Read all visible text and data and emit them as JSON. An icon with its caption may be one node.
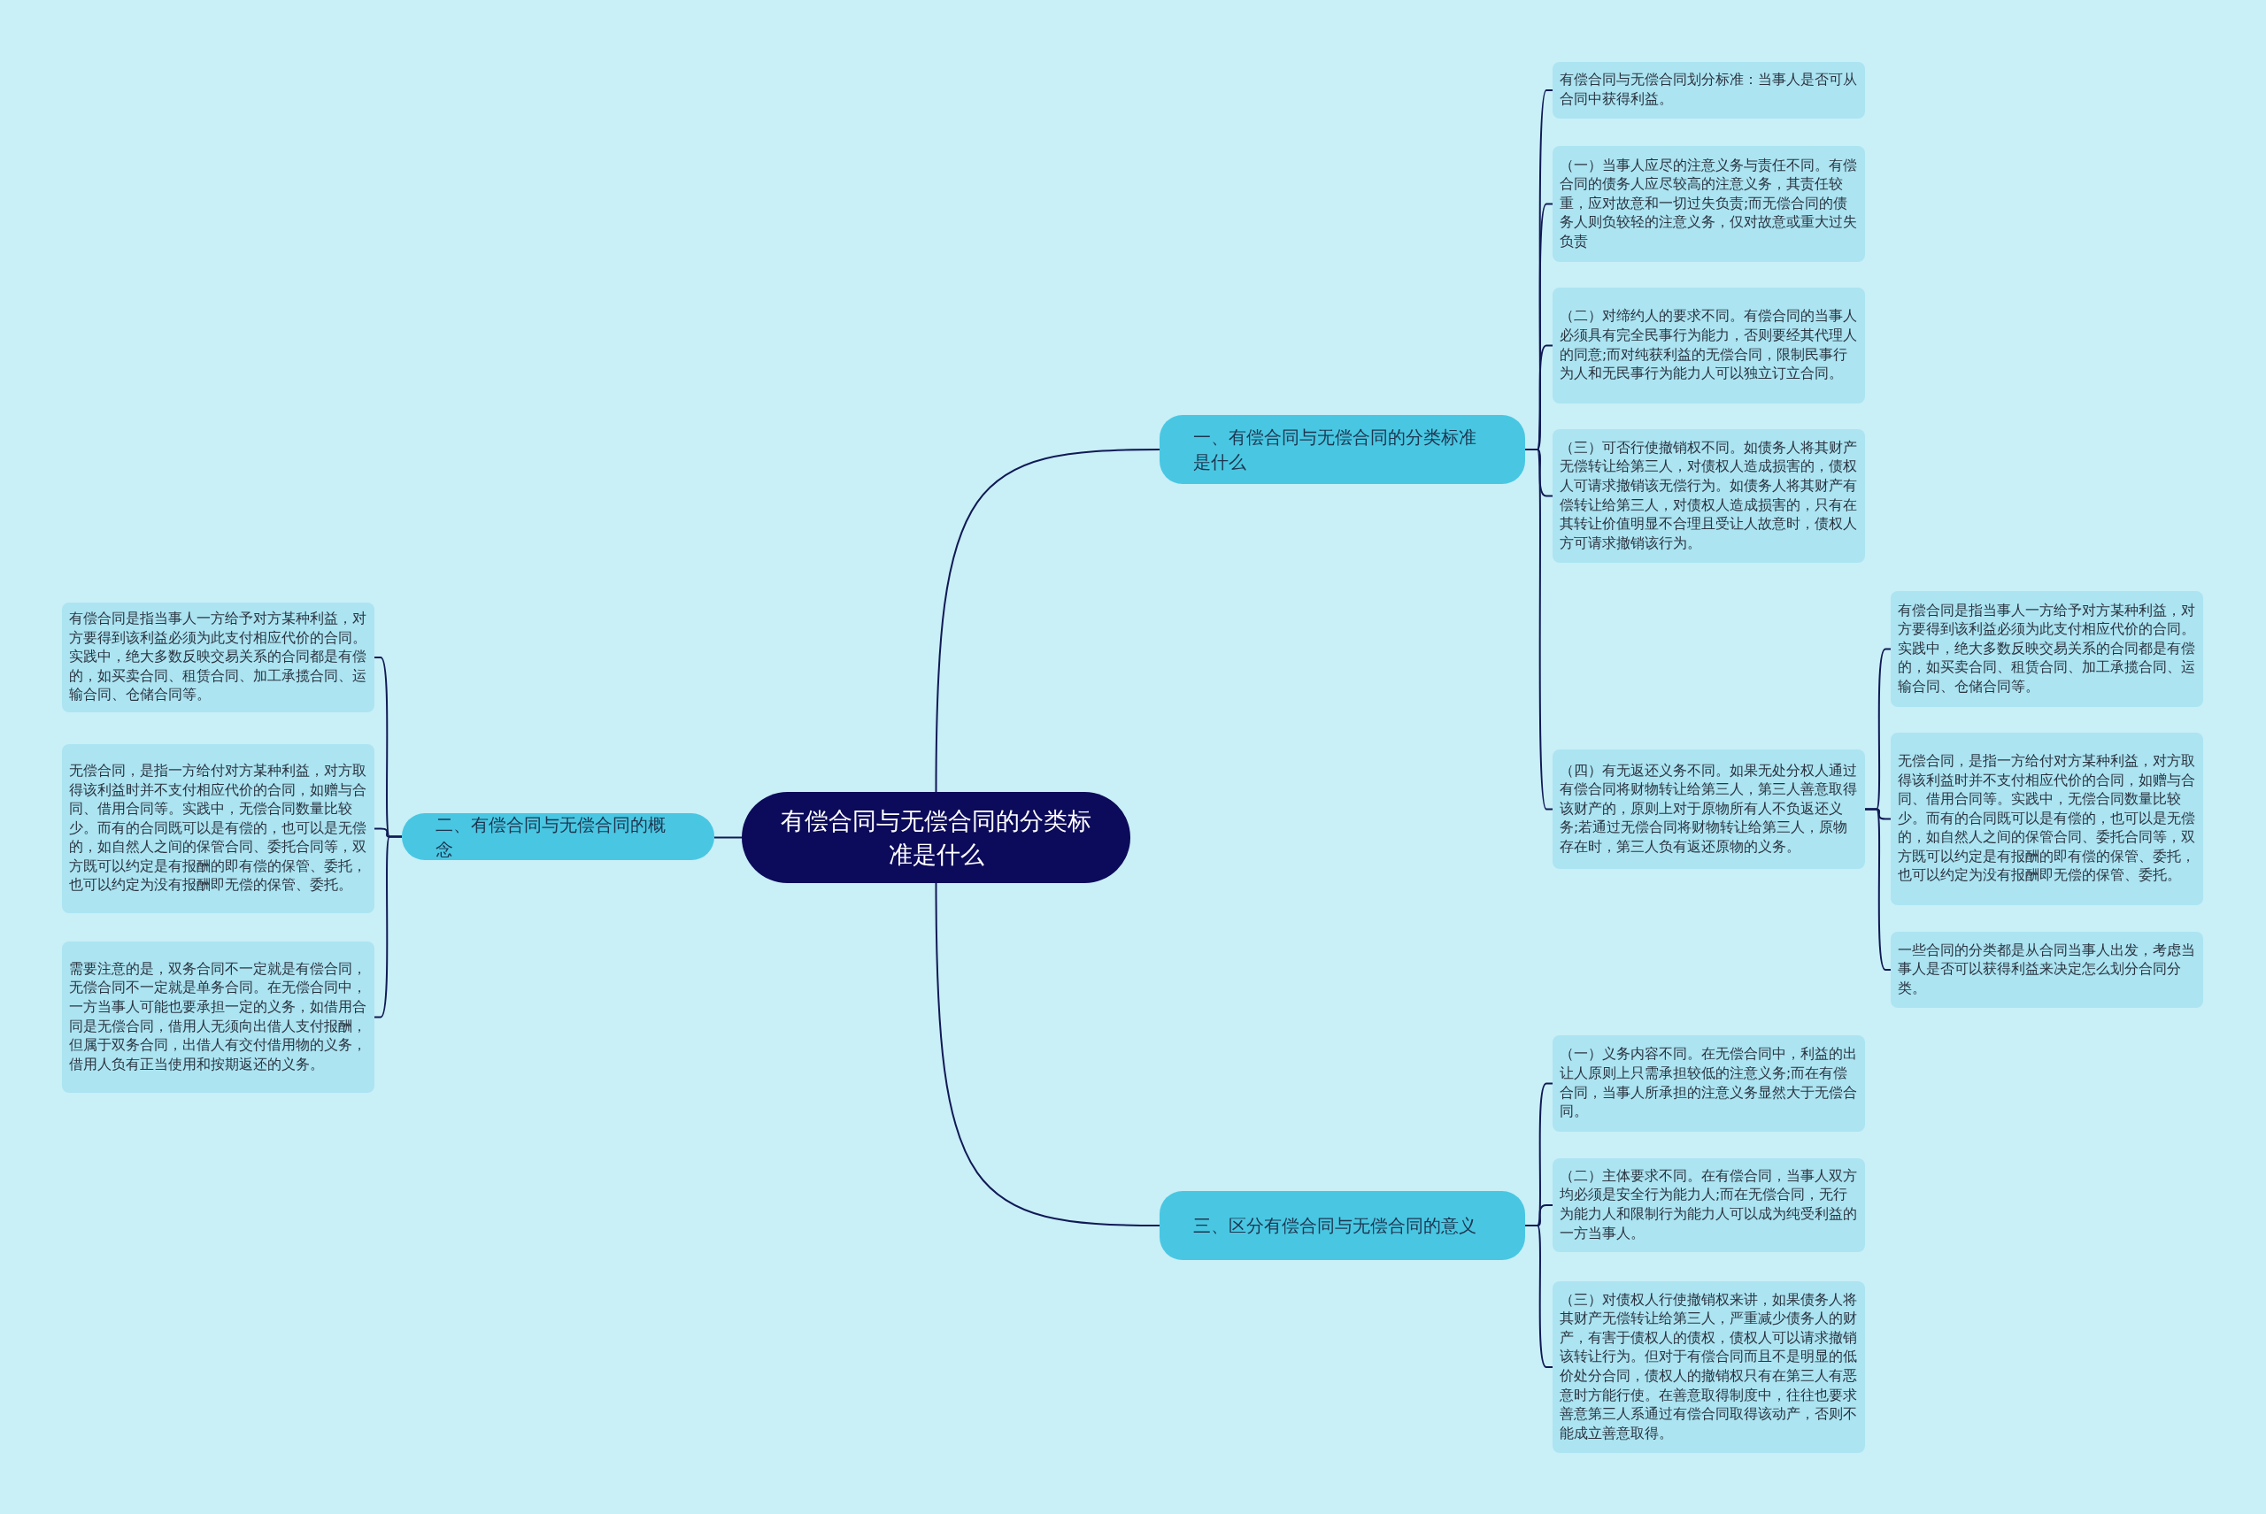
{
  "diagram": {
    "nodes": [
      {
        "text": [
          "有偿合同与无偿合同的分类标准是什么"
        ]
      },
      {
        "text": [
          "一、有偿合同与无偿合同的分类标准是什么"
        ]
      },
      {
        "text": [
          "二、有偿合同与无偿合同的概念"
        ]
      },
      {
        "text": [
          "三、区分有偿合同与无偿合同的意义"
        ]
      },
      {
        "text": [
          "有偿合同与无偿合同划分标准：当事人是否可从合同中获得利益。"
        ]
      },
      {
        "text": [
          "（一）当事人应尽的注意义务与责任不同。有偿合同的债务人应尽较高的注意义务，其责任较重，应对故意和一切过失负责;而无偿合同的债务人则负较轻的注意义务，仅对故意或重大过失负责"
        ]
      },
      {
        "text": [
          "（二）对缔约人的要求不同。有偿合同的当事人必须具有完全民事行为能力，否则要经其代理人的同意;而对纯获利益的无偿合同，限制民事行为人和无民事行为能力人可以独立订立合同。"
        ]
      },
      {
        "text": [
          "（三）可否行使撤销权不同。如债务人将其财产无偿转让给第三人，对债权人造成损害的，债权人可请求撤销该无偿行为。如债务人将其财产有偿转让给第三人，对债权人造成损害的，只有在其转让价值明显不合理且受让人故意时，债权人方可请求撤销该行为。"
        ]
      },
      {
        "text": [
          "（四）有无返还义务不同。如果无处分权人通过有偿合同将财物转让给第三人，第三人善意取得该财产的，原则上对于原物所有人不负返还义务;若通过无偿合同将财物转让给第三人，原物存在时，第三人负有返还原物的义务。"
        ]
      },
      {
        "text": [
          "有偿合同是指当事人一方给予对方某种利益，对方要得到该利益必须为此支付相应代价的合同。实践中，绝大多数反映交易关系的合同都是有偿的，如买卖合同、租赁合同、加工承揽合同、运输合同、仓储合同等。"
        ]
      },
      {
        "text": [
          "无偿合同，是指一方给付对方某种利益，对方取得该利益时并不支付相应代价的合同，如赠与合同、借用合同等。实践中，无偿合同数量比较少。而有的合同既可以是有偿的，也可以是无偿的，如自然人之间的保管合同、委托合同等，双方既可以约定是有报酬的即有偿的保管、委托，也可以约定为没有报酬即无偿的保管、委托。"
        ]
      },
      {
        "text": [
          "一些合同的分类都是从合同当事人出发，考虑当事人是否可以获得利益来决定怎么划分合同分类。"
        ]
      },
      {
        "text": [
          "有偿合同是指当事人一方给予对方某种利益，对方要得到该利益必须为此支付相应代价的合同。实践中，绝大多数反映交易关系的合同都是有偿的，如买卖合同、租赁合同、加工承揽合同、运输合同、仓储合同等。"
        ]
      },
      {
        "text": [
          "无偿合同，是指一方给付对方某种利益，对方取得该利益时并不支付相应代价的合同，如赠与合同、借用合同等。实践中，无偿合同数量比较少。而有的合同既可以是有偿的，也可以是无偿的，如自然人之间的保管合同、委托合同等，双方既可以约定是有报酬的即有偿的保管、委托，也可以约定为没有报酬即无偿的保管、委托。"
        ]
      },
      {
        "text": [
          "需要注意的是，双务合同不一定就是有偿合同，无偿合同不一定就是单务合同。在无偿合同中，一方当事人可能也要承担一定的义务，如借用合同是无偿合同，借用人无须向出借人支付报酬，但属于双务合同，出借人有交付借用物的义务，借用人负有正当使用和按期返还的义务。"
        ]
      },
      {
        "text": [
          "（一）义务内容不同。在无偿合同中，利益的出让人原则上只需承担较低的注意义务;而在有偿合同，当事人所承担的注意义务显然大于无偿合同。"
        ]
      },
      {
        "text": [
          "（二）主体要求不同。在有偿合同，当事人双方均必须是安全行为能力人;而在无偿合同，无行为能力人和限制行为能力人可以成为纯受利益的一方当事人。"
        ]
      },
      {
        "text": [
          "（三）对债权人行使撤销权来讲，如果债务人将其财产无偿转让给第三人，严重减少债务人的财产，有害于债权人的债权，债权人可以请求撤销该转让行为。但对于有偿合同而且不是明显的低价处分合同，债权人的撤销权只有在第三人有恶意时方能行使。在善意取得制度中，往往也要求善意第三人系通过有偿合同取得该动产，否则不能成立善意取得。"
        ]
      }
    ],
    "edges": [
      {
        "from": 0,
        "to": 1,
        "arrow": "none"
      },
      {
        "from": 0,
        "to": 2,
        "arrow": "none"
      },
      {
        "from": 0,
        "to": 3,
        "arrow": "none"
      },
      {
        "from": 1,
        "to": 4,
        "arrow": "none"
      },
      {
        "from": 1,
        "to": 5,
        "arrow": "none"
      },
      {
        "from": 1,
        "to": 6,
        "arrow": "none"
      },
      {
        "from": 1,
        "to": 7,
        "arrow": "none"
      },
      {
        "from": 1,
        "to": 8,
        "arrow": "none"
      },
      {
        "from": 8,
        "to": 9,
        "arrow": "none"
      },
      {
        "from": 8,
        "to": 10,
        "arrow": "none"
      },
      {
        "from": 8,
        "to": 11,
        "arrow": "none"
      },
      {
        "from": 2,
        "to": 12,
        "arrow": "none"
      },
      {
        "from": 2,
        "to": 13,
        "arrow": "none"
      },
      {
        "from": 2,
        "to": 14,
        "arrow": "none"
      },
      {
        "from": 3,
        "to": 15,
        "arrow": "none"
      },
      {
        "from": 3,
        "to": 16,
        "arrow": "none"
      },
      {
        "from": 3,
        "to": 17,
        "arrow": "none"
      }
    ]
  }
}
